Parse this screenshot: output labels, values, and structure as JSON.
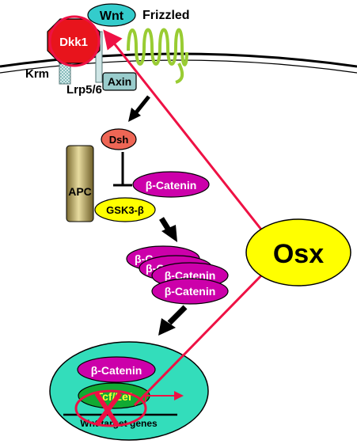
{
  "labels": {
    "wnt": "Wnt",
    "frizzled": "Frizzled",
    "dkk1": "Dkk1",
    "krm": "Krm",
    "lrp": "Lrp5/6",
    "axin": "Axin",
    "dsh": "Dsh",
    "apc": "APC",
    "beta_catenin": "β-Catenin",
    "gsk3b": "GSK3-β",
    "stack_partial_1": "β-C",
    "stack_partial_2": "β-Ca",
    "stack_partial_3": "β-Catenin",
    "stack_front": "β-Catenin",
    "osx": "Osx",
    "nuclear_catenin": "β-Catenin",
    "tcf_lef": "Tcf/Lef",
    "target_genes": "Wnt target genes"
  },
  "colors": {
    "dkk1_fill": "#e8141c",
    "wnt_fill": "#33cccc",
    "frizzled_stroke": "#99cc33",
    "axin_fill": "#99cccc",
    "dsh_fill": "#ee6655",
    "apc_fill": "#c8b873",
    "catenin_fill": "#cc00aa",
    "gsk_fill": "#ffff00",
    "osx_fill": "#ffff00",
    "nucleus_fill": "#33ddbb",
    "tcf_fill": "#11aa33",
    "tcf_text": "#ffff33",
    "inhibit_line": "#ee1144"
  }
}
